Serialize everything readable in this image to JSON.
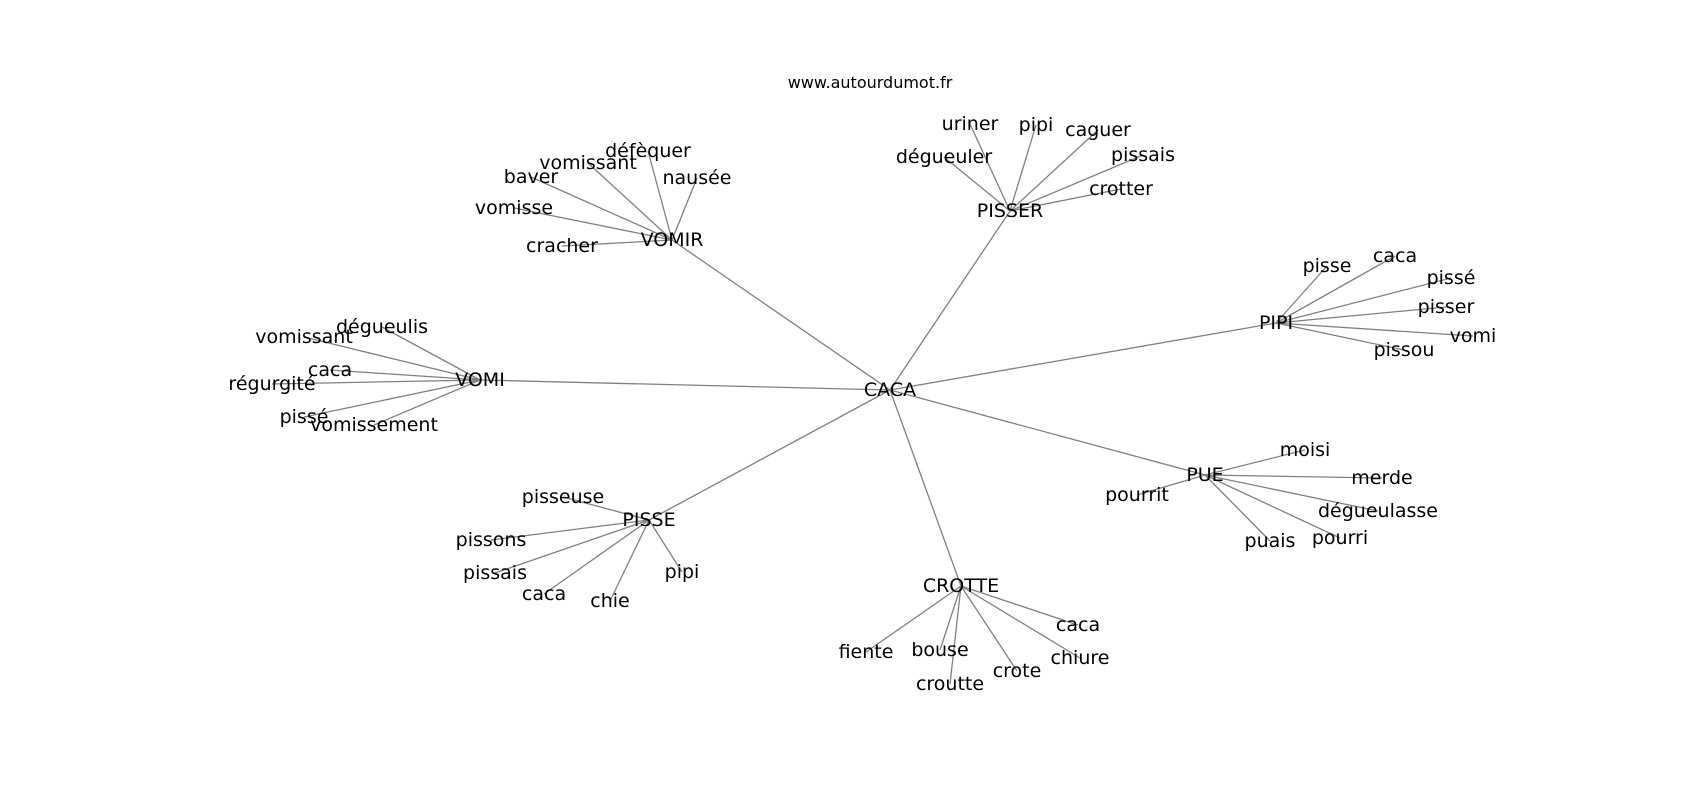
{
  "header": {
    "site": "www.autourdumot.fr"
  },
  "graph": {
    "root": "CACA",
    "hubs": [
      {
        "id": "vomir",
        "label": "VOMIR",
        "leaves": [
          "défèquer",
          "vomissant",
          "baver",
          "nausée",
          "vomisse",
          "cracher"
        ]
      },
      {
        "id": "pisser",
        "label": "PISSER",
        "leaves": [
          "uriner",
          "pipi",
          "caguer",
          "dégueuler",
          "pissais",
          "crotter"
        ]
      },
      {
        "id": "pipi",
        "label": "PIPI",
        "leaves": [
          "pisse",
          "caca",
          "pissé",
          "pisser",
          "vomi",
          "pissou"
        ]
      },
      {
        "id": "vomi",
        "label": "VOMI",
        "leaves": [
          "dégueulis",
          "vomissant",
          "caca",
          "régurgité",
          "pissé",
          "vomissement"
        ]
      },
      {
        "id": "pue",
        "label": "PUE",
        "leaves": [
          "moisi",
          "merde",
          "pourrit",
          "dégueulasse",
          "pourri",
          "puais"
        ]
      },
      {
        "id": "pisse",
        "label": "PISSE",
        "leaves": [
          "pisseuse",
          "pissons",
          "pissais",
          "caca",
          "chie",
          "pipi"
        ]
      },
      {
        "id": "crotte",
        "label": "CROTTE",
        "leaves": [
          "caca",
          "chiure",
          "fiente",
          "bouse",
          "crote",
          "croutte"
        ]
      }
    ]
  }
}
